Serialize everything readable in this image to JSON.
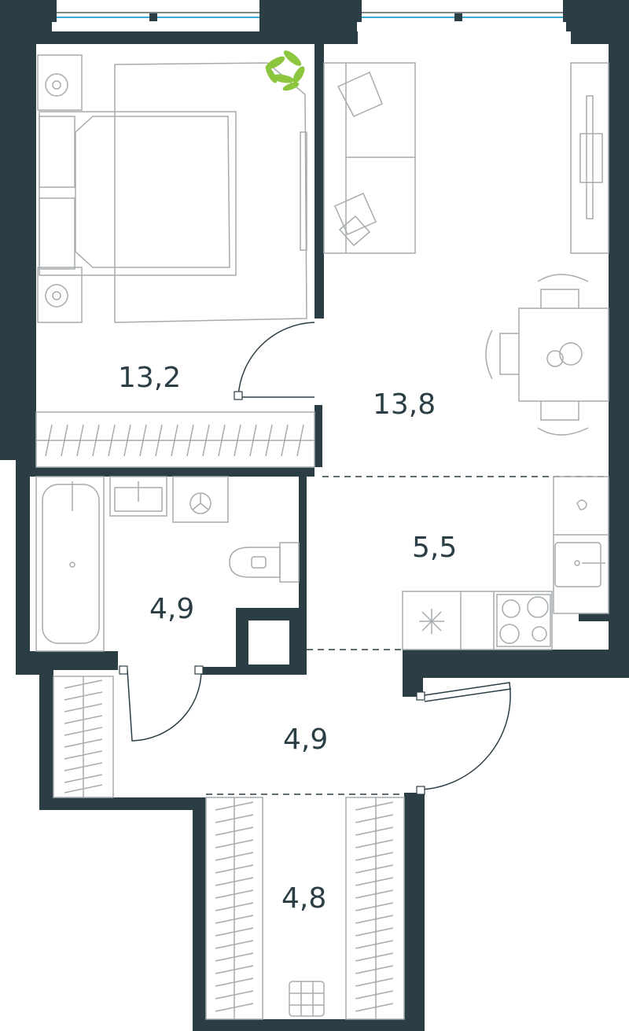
{
  "rooms": {
    "bedroom": {
      "area": "13,2"
    },
    "living": {
      "area": "13,8"
    },
    "kitchen": {
      "area": "5,5"
    },
    "bathroom": {
      "area": "4,9"
    },
    "hall": {
      "area": "4,9"
    },
    "corridor": {
      "area": "4,8"
    }
  },
  "colors": {
    "wall": "#2c3e45",
    "furniture_line": "#a6abad",
    "window_glass": "#3aa8d8",
    "plant": "#8cc63f"
  }
}
